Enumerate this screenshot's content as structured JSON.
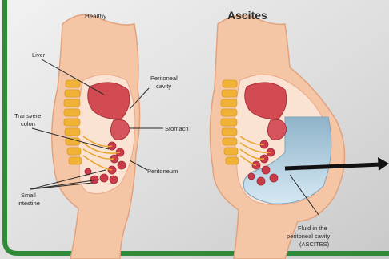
{
  "titles": {
    "left": "Healthy",
    "right": "Ascites"
  },
  "labels": {
    "liver": "Liver",
    "peritoneal_cavity": [
      "Peritoneal",
      "cavity"
    ],
    "transverse_colon": [
      "Transvere",
      "colon"
    ],
    "stomach": "Stomach",
    "peritoneum": "Peritoneum",
    "small_intestine": [
      "Small",
      "intestine"
    ],
    "fluid": [
      "Fluid in the",
      "peritoneal cavity",
      "(ASCITES)"
    ]
  },
  "colors": {
    "border": "#2f8a3a",
    "skin": "#f5c6a5",
    "skin_stroke": "#e1a27d",
    "cavity": "#fbe3d3",
    "liver": "#d24b52",
    "spine": "#f0b338",
    "colon": "#c93b48",
    "fluid": "#b9d6e8",
    "arrow": "#111111"
  }
}
